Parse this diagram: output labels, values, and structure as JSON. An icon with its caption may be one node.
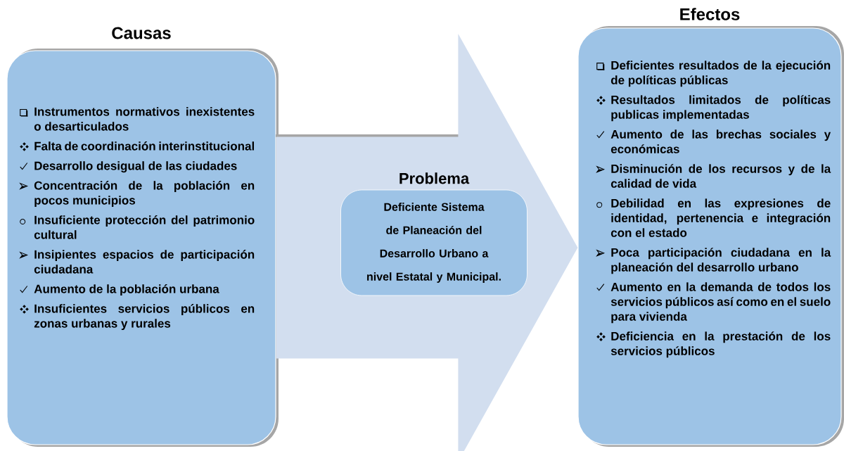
{
  "diagram": {
    "nodes": [
      {
        "text": [
          "Causas",
          "Instrumentos normativos inexistentes o desarticulados",
          "Falta de coordinación interinstitucional",
          "Desarrollo desigual de las ciudades",
          "Concentración de la población en pocos municipios",
          "Insuficiente protección del patrimonio cultural",
          "Insipientes espacios de participación ciudadana",
          "Aumento de la población urbana",
          "Insuficientes servicios públicos en zonas urbanas y rurales"
        ]
      },
      {
        "text": [
          "Problema",
          "Deficiente Sistema de Planeación del Desarrollo Urbano a nivel Estatal y Municipal."
        ]
      },
      {
        "text": [
          "Efectos",
          "Deficientes resultados de la ejecución de políticas públicas",
          "Resultados limitados de políticas publicas implementadas",
          "Aumento de las brechas sociales y económicas",
          "Disminución de los recursos y de la calidad de vida",
          "Debilidad en las expresiones de identidad, pertenencia e integración con el estado",
          "Poca participación ciudadana en la planeación del desarrollo urbano",
          "Aumento en la demanda de todos los servicios públicos así como en el suelo para vivienda",
          "Deficiencia en la prestación de los servicios públicos"
        ]
      }
    ],
    "edges": [
      {
        "from": 0,
        "to": 2,
        "arrow": "to"
      }
    ]
  }
}
